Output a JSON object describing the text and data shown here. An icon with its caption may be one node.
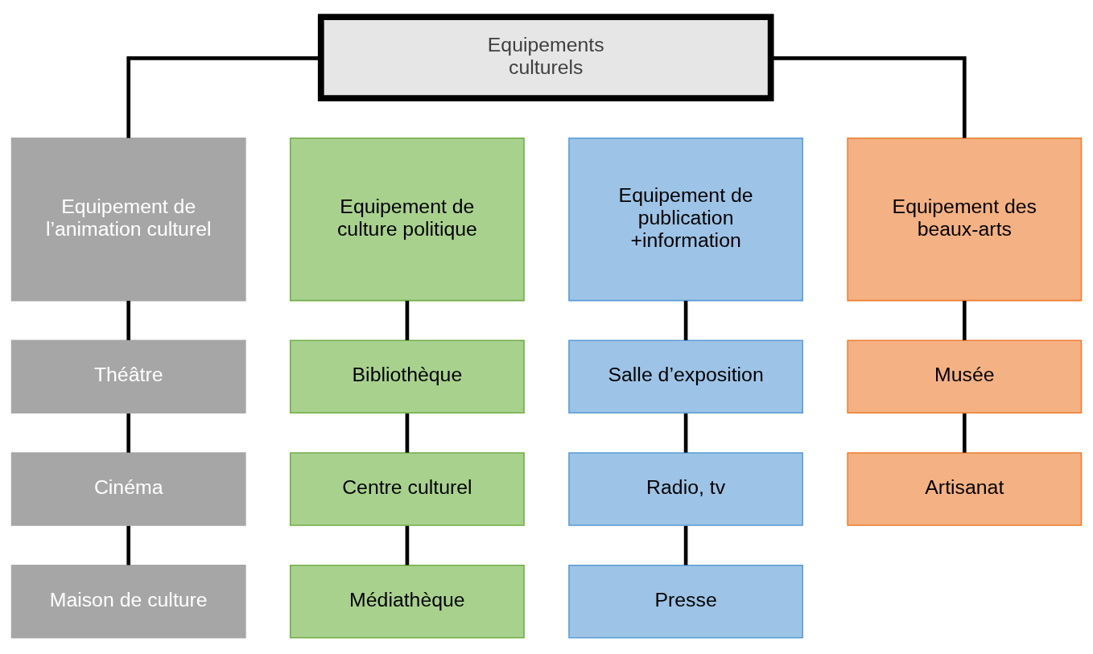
{
  "diagram": {
    "nodes": [
      {
        "text": [
          "Equipements culturels"
        ]
      },
      {
        "text": [
          "Equipement de l’animation culturel"
        ]
      },
      {
        "text": [
          "Equipement de culture politique"
        ]
      },
      {
        "text": [
          "Equipement de publication +information"
        ]
      },
      {
        "text": [
          "Equipement des beaux-arts"
        ]
      },
      {
        "text": [
          "Théâtre"
        ]
      },
      {
        "text": [
          "Bibliothèque"
        ]
      },
      {
        "text": [
          "Salle d’exposition"
        ]
      },
      {
        "text": [
          "Musée"
        ]
      },
      {
        "text": [
          "Cinéma"
        ]
      },
      {
        "text": [
          "Centre culturel"
        ]
      },
      {
        "text": [
          "Radio, tv"
        ]
      },
      {
        "text": [
          "Artisanat"
        ]
      },
      {
        "text": [
          "Maison de culture"
        ]
      },
      {
        "text": [
          "Médiathèque"
        ]
      },
      {
        "text": [
          "Presse"
        ]
      }
    ],
    "edges": [
      {
        "from": 0,
        "to": 1,
        "arrow": "none"
      },
      {
        "from": 0,
        "to": 4,
        "arrow": "none"
      },
      {
        "from": 1,
        "to": 5,
        "arrow": "none"
      },
      {
        "from": 5,
        "to": 9,
        "arrow": "none"
      },
      {
        "from": 9,
        "to": 13,
        "arrow": "none"
      },
      {
        "from": 2,
        "to": 6,
        "arrow": "none"
      },
      {
        "from": 6,
        "to": 10,
        "arrow": "none"
      },
      {
        "from": 10,
        "to": 14,
        "arrow": "none"
      },
      {
        "from": 3,
        "to": 7,
        "arrow": "none"
      },
      {
        "from": 7,
        "to": 11,
        "arrow": "none"
      },
      {
        "from": 11,
        "to": 15,
        "arrow": "none"
      },
      {
        "from": 4,
        "to": 8,
        "arrow": "none"
      },
      {
        "from": 8,
        "to": 12,
        "arrow": "none"
      }
    ]
  }
}
